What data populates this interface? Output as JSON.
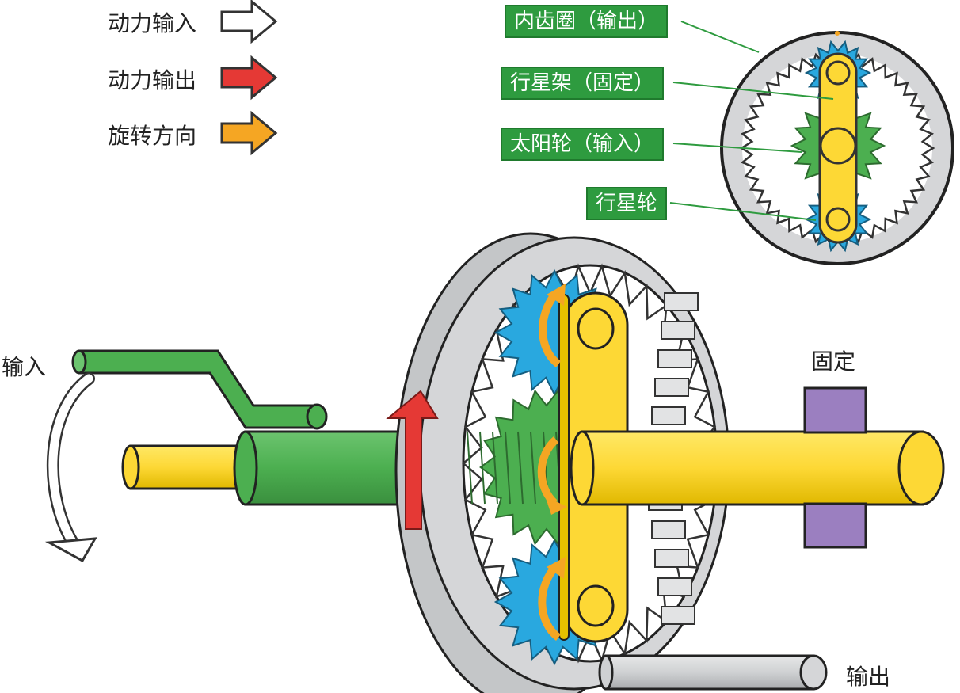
{
  "legend": {
    "power_in": "动力输入",
    "power_out": "动力输出",
    "rotation": "旋转方向"
  },
  "callouts": {
    "ring_gear": "内齿圈（输出）",
    "carrier": "行星架（固定）",
    "sun_gear": "太阳轮（输入）",
    "planet_gear": "行星轮"
  },
  "labels": {
    "input": "输入",
    "fixed": "固定",
    "output": "输出"
  },
  "colors": {
    "input_green": "#4caf50",
    "carrier_yellow": "#fdd835",
    "planet_blue": "#29a8df",
    "ring_gray": "#d0d2d4",
    "output_red": "#e53935",
    "rotation_orange": "#f5a623",
    "fixed_purple": "#9b7fc0",
    "callout_green": "#2e9b3f"
  }
}
